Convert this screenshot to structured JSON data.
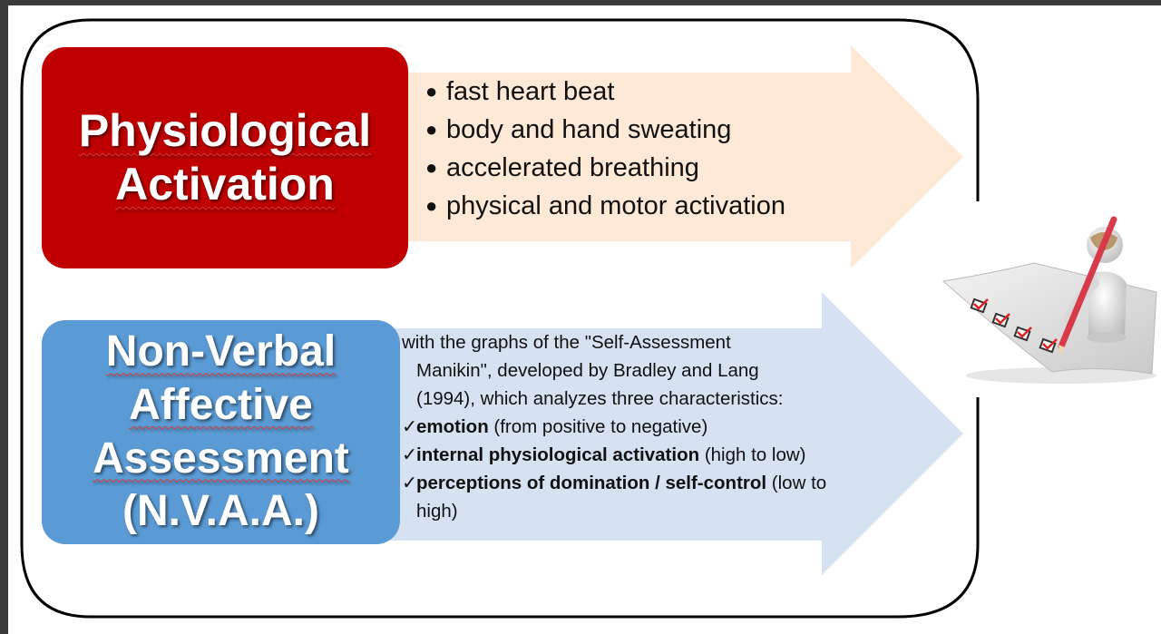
{
  "colors": {
    "physiological_box": "#c00000",
    "nvaa_box": "#5b9bd5",
    "physiological_arrow": "#fde9d5",
    "nvaa_arrow": "#d6e2f2",
    "frame": "#000000"
  },
  "physiological": {
    "title_line1": "Physiological",
    "title_line2": "Activation",
    "bullets": [
      "fast heart beat",
      "body and hand sweating",
      "accelerated breathing",
      "physical and motor activation"
    ]
  },
  "nvaa": {
    "title_line1": "Non-Verbal",
    "title_line2": "Affective",
    "title_line3": "Assessment",
    "title_line4": "(N.V.A.A.)",
    "intro_line1": "with the graphs of the \"Self-Assessment",
    "intro_line2": "Manikin\", developed by Bradley and Lang",
    "intro_line3": "(1994), which analyzes three characteristics:",
    "checks": [
      {
        "bold": "emotion",
        "rest": " (from positive to negative)"
      },
      {
        "bold": "internal physiological activation",
        "rest": " (high to low)"
      },
      {
        "bold": "perceptions of domination / self-control",
        "rest": " (low to high)"
      }
    ]
  },
  "icons": {
    "check": "checkmark-icon",
    "bullet": "bullet-icon",
    "illustration": "checklist-figure-icon"
  }
}
